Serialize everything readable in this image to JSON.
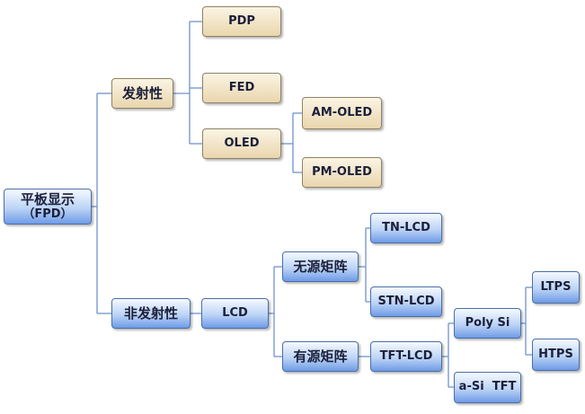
{
  "nodes": {
    "root_line1": "平板显示",
    "root_line2": "（FPD）",
    "emissive": "发射性",
    "pdp": "PDP",
    "fed": "FED",
    "oled": "OLED",
    "am_oled": "AM-OLED",
    "pm_oled": "PM-OLED",
    "non_emissive": "非发射性",
    "lcd": "LCD",
    "passive_matrix": "无源矩阵",
    "active_matrix": "有源矩阵",
    "tn_lcd": "TN-LCD",
    "stn_lcd": "STN-LCD",
    "tft_lcd": "TFT-LCD",
    "poly_si": "Poly Si",
    "a_si_tft": "a-Si  TFT",
    "ltps": "LTPS",
    "htps": "HTPS"
  },
  "colors": {
    "emissive_fill": "#f3e7c9",
    "non_emissive_fill": "#a9c6f2",
    "connector": "#6e93cd"
  }
}
